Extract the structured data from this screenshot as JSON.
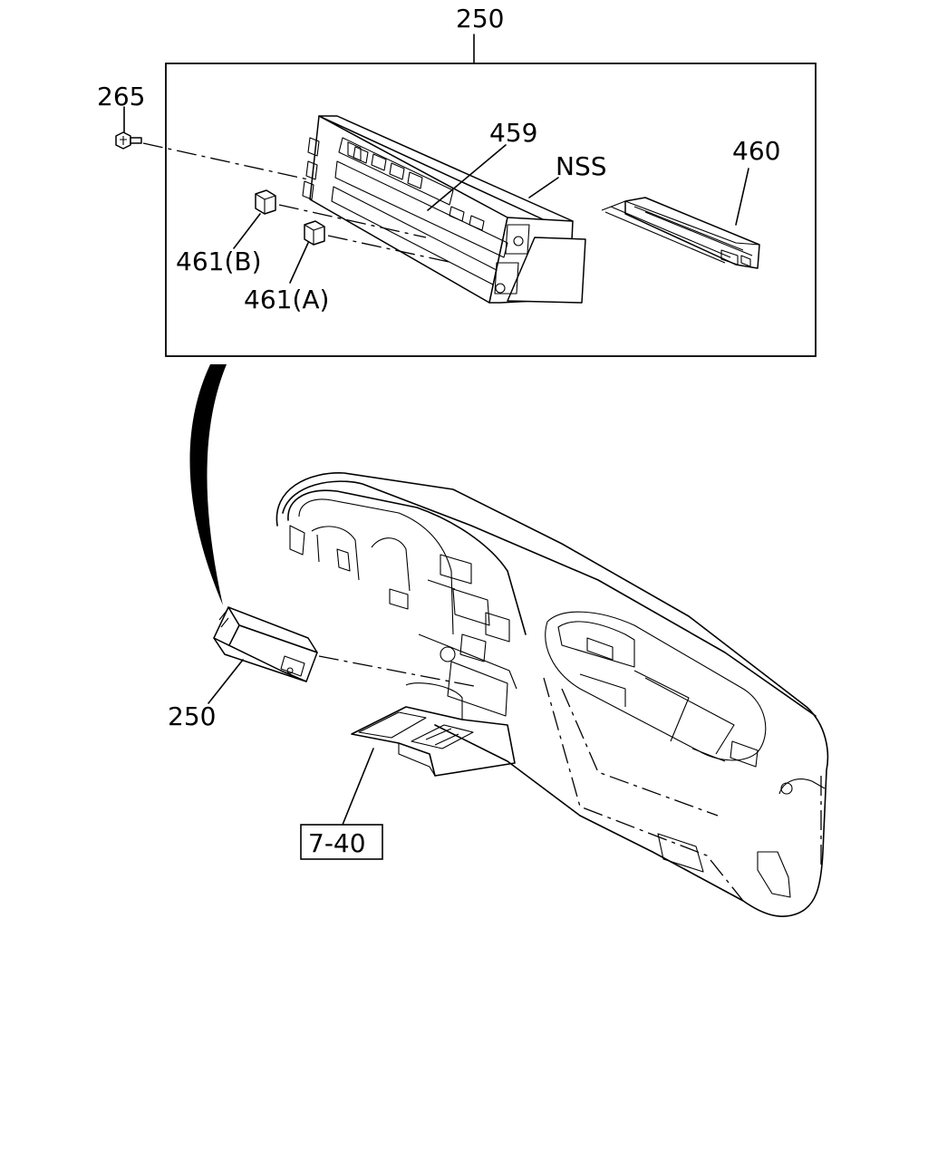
{
  "callouts": {
    "assembly_top": "250",
    "screw": "265",
    "control_unit": "459",
    "nss": "NSS",
    "bracket": "460",
    "knob_b": "461(B)",
    "knob_a": "461(A)",
    "assembly_installed": "250",
    "reference": "7-40"
  }
}
